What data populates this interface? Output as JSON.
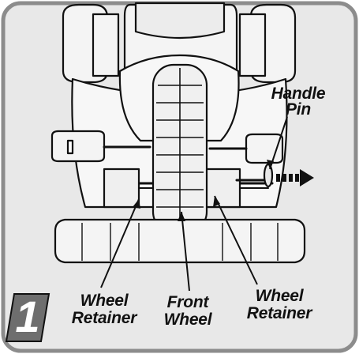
{
  "step": {
    "number": "1"
  },
  "labels": {
    "handle_pin_line1": "Handle",
    "handle_pin_line2": "Pin",
    "left_retainer_line1": "Wheel",
    "left_retainer_line2": "Retainer",
    "front_wheel_line1": "Front",
    "front_wheel_line2": "Wheel",
    "right_retainer_line1": "Wheel",
    "right_retainer_line2": "Retainer"
  },
  "colors": {
    "frame_border": "#8c8c8c",
    "frame_fill": "#e6e6e6",
    "line_art": "#111111",
    "part_fill": "#f2f2f2",
    "step_badge": "#6e6e6e"
  }
}
